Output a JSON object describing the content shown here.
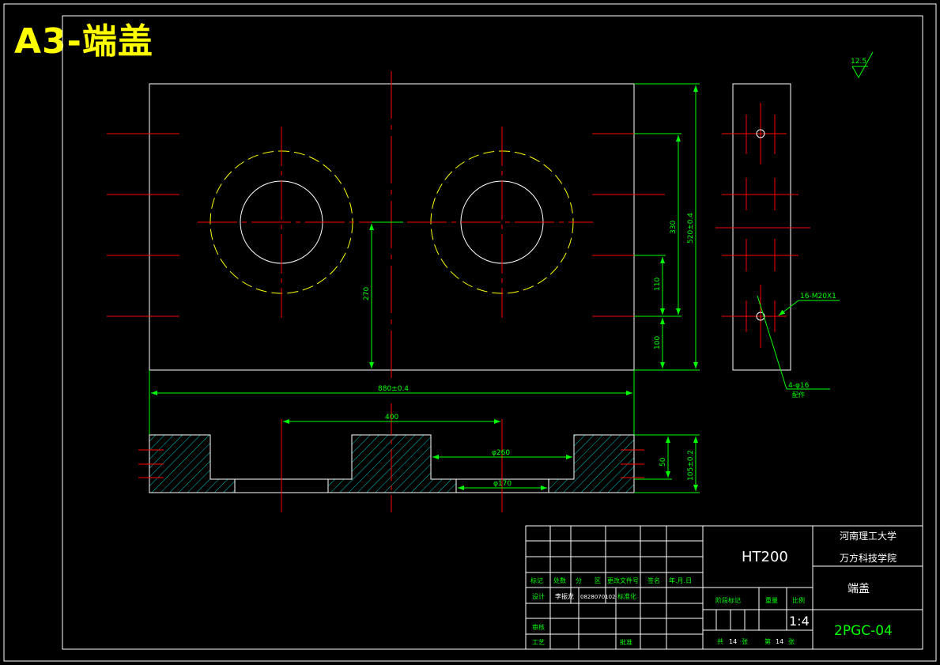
{
  "sheet_title": "A3-端盖",
  "roughness": "12.5",
  "dims": {
    "width_total": "880±0.4",
    "width_inner": "400",
    "height_total": "520±0.4",
    "h330": "330",
    "h110": "110",
    "h100": "100",
    "h270": "270",
    "d260": "φ260",
    "d170": "φ170",
    "depth50": "50",
    "thick": "105±0.2"
  },
  "notes": {
    "thread": "16-M20X1",
    "holes": "4-φ16",
    "holes_sub": "配作"
  },
  "title_block": {
    "material": "HT200",
    "school_line1": "河南理工大学",
    "school_line2": "万方科技学院",
    "part_name": "端盖",
    "drawing_no": "2PGC-04",
    "scale_label": "比例",
    "scale_value": "1:4",
    "stage_label": "阶段标记",
    "weight_label": "重量",
    "total_label": "共",
    "total_value": "14",
    "sheet_unit": "张",
    "sheet_label": "第",
    "sheet_value": "14",
    "hdr_mark": "标记",
    "hdr_count": "处数",
    "hdr_zone1": "分",
    "hdr_zone2": "区",
    "hdr_doc": "更改文件号",
    "hdr_sign": "签名",
    "hdr_date": "年.月.日",
    "designer_label": "设计",
    "designer_name": "李振龙",
    "student_id": "0828070102",
    "standard_label": "标准化",
    "review_label": "审核",
    "craft_label": "工艺",
    "approve_label": "批准"
  },
  "colors": {
    "background": "#000000",
    "outline": "#ffffff",
    "center_line": "#ff0000",
    "hidden_line": "#ffff00",
    "dimension": "#00ff00",
    "hatch": "#00c8c8",
    "title_text": "#ffff00"
  }
}
